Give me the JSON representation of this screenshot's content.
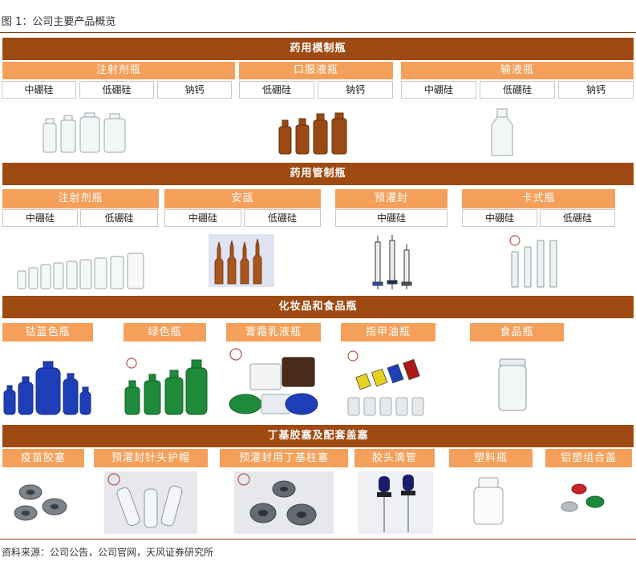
{
  "title": "图 1：公司主要产品概览",
  "source": "资料来源：公司公告，公司官网，天风证券研究所",
  "sections": {
    "molded": {
      "label": "药用模制瓶",
      "cats": [
        "注射剂瓶",
        "口服液瓶",
        "输液瓶"
      ],
      "subs": [
        "中硼硅",
        "低硼硅",
        "钠钙",
        "低硼硅",
        "钠钙",
        "中硼硅",
        "低硼硅",
        "钠钙"
      ]
    },
    "tubular": {
      "label": "药用管制瓶",
      "cats": [
        "注射剂瓶",
        "安瓿",
        "预灌封",
        "卡式瓶"
      ],
      "subs": [
        "中硼硅",
        "低硼硅",
        "中硼硅",
        "低硼硅",
        "中硼硅",
        "中硼硅",
        "低硼硅"
      ]
    },
    "cosmetic": {
      "label": "化妆品和食品瓶",
      "cats": [
        "钴蓝色瓶",
        "绿色瓶",
        "膏霜乳液瓶",
        "指甲油瓶",
        "食品瓶"
      ]
    },
    "rubber": {
      "label": "丁基胶塞及配套盖塞",
      "cats": [
        "疫苗胶塞",
        "预灌封针头护帽",
        "预灌封用丁基柱塞",
        "胶头滴管",
        "塑料瓶",
        "铝塑组合盖"
      ]
    }
  },
  "colors": {
    "band": "#9e4a12",
    "cat": "#f4a05a",
    "amber": "#9a4a14",
    "cobalt": "#1f3fb8",
    "green": "#1e8a3a"
  }
}
